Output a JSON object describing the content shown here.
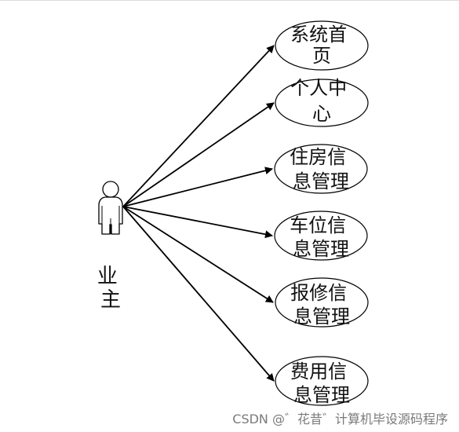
{
  "diagram": {
    "actor": {
      "label_lines": [
        "业",
        "主"
      ]
    },
    "use_cases": [
      {
        "id": "home",
        "label_lines": [
          "系统首",
          "页"
        ]
      },
      {
        "id": "personal-center",
        "label_lines": [
          "个人中",
          "心"
        ]
      },
      {
        "id": "housing-info",
        "label_lines": [
          "住房信",
          "息管理"
        ]
      },
      {
        "id": "parking-info",
        "label_lines": [
          "车位信",
          "息管理"
        ]
      },
      {
        "id": "repair-info",
        "label_lines": [
          "报修信",
          "息管理"
        ]
      },
      {
        "id": "fee-info",
        "label_lines": [
          "费用信",
          "息管理"
        ]
      }
    ]
  },
  "watermark": {
    "text": "CSDN @゛花昔゛计算机毕设源码程序"
  },
  "colors": {
    "line": "#000000",
    "text": "#111111",
    "watermark": "#7a7a7a"
  }
}
